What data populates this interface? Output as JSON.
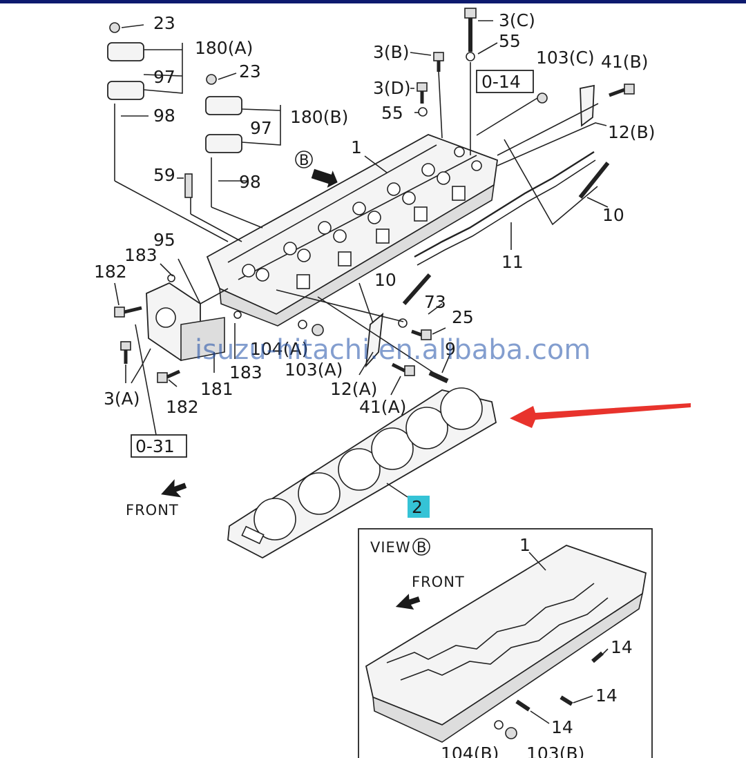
{
  "colors": {
    "top_bar": "#0d1a6e",
    "watermark": "#1f4fa8",
    "arrow": "#e8332c",
    "highlight": "#35c3d6"
  },
  "watermark": "isuzu-hitachi.en.alibaba.com",
  "labels": {
    "l23a": "23",
    "l180a": "180(A)",
    "l97a": "97",
    "l98a": "98",
    "l23b": "23",
    "l180b": "180(B)",
    "l97b": "97",
    "l98b": "98",
    "l59": "59",
    "lB": "B",
    "l1": "1",
    "l3c": "3(C)",
    "l55a": "55",
    "l3b": "3(B)",
    "l103c": "103(C)",
    "l014": "0-14",
    "l3d": "3(D)",
    "l55b": "55",
    "l41b": "41(B)",
    "l12b": "12(B)",
    "l10a": "10",
    "l11": "11",
    "l95": "95",
    "l183a": "183",
    "l182a": "182",
    "l10b": "10",
    "l73": "73",
    "l25": "25",
    "l9": "9",
    "l104a": "104(A)",
    "l183b": "183",
    "l103a": "103(A)",
    "l12a": "12(A)",
    "l41a": "41(A)",
    "l3a": "3(A)",
    "l182b": "182",
    "l181": "181",
    "l031": "0-31",
    "lfront": "FRONT",
    "l2": "2",
    "lview": "VIEW",
    "lviewB": "B",
    "l1b": "1",
    "lfront2": "FRONT",
    "l14a": "14",
    "l14b": "14",
    "l14c": "14",
    "l104b": "104(B)",
    "l103b": "103(B)"
  }
}
